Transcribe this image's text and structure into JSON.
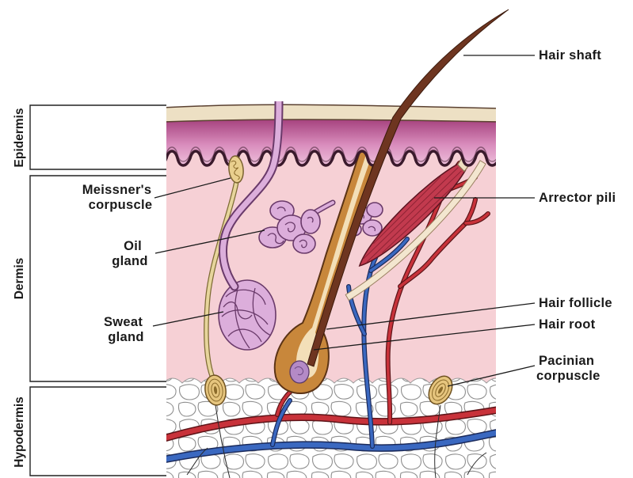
{
  "diagram": {
    "layers": {
      "epidermis": "Epidermis",
      "dermis": "Dermis",
      "hypodermis": "Hypodermis"
    },
    "labels": {
      "hair_shaft": "Hair shaft",
      "arrector_pili": "Arrector pili",
      "hair_follicle": "Hair follicle",
      "hair_root": "Hair root",
      "pacinian_corpuscle": [
        "Pacinian",
        "corpuscle"
      ],
      "meissners_corpuscle": [
        "Meissner's",
        "corpuscle"
      ],
      "oil_gland": [
        "Oil",
        "gland"
      ],
      "sweat_gland": [
        "Sweat",
        "gland"
      ]
    }
  },
  "colors": {
    "dermis": "#f6d0d5",
    "artery": "#c8323a",
    "vein": "#3a68c0",
    "gland": "#dcaedb",
    "hair": "#6e3520",
    "follicle": "#c8873b",
    "muscle": "#c23a4e",
    "nerve": "#e7d59c",
    "label_text": "#1a1a1a"
  }
}
